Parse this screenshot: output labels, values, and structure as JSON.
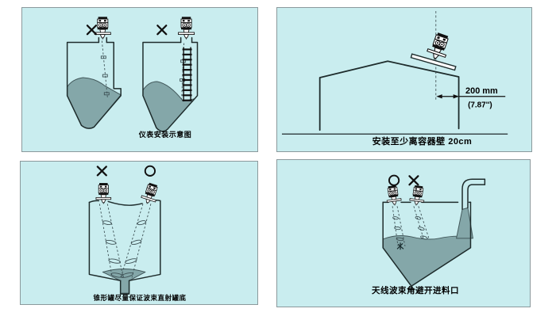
{
  "page": {
    "background": "#ffffff"
  },
  "theme": {
    "panel_background": "#c9edef",
    "panel_border": "#8b999c",
    "outline_color": "#1e2c2c",
    "material_color": "#84a7a9",
    "sensor_dark": "#111111",
    "beam_color": "#3d5054",
    "text_color": "#000000"
  },
  "symbols": {
    "wrong_mark_icon": "cross",
    "correct_mark_icon": "circle"
  },
  "panels": {
    "top_left": {
      "caption": "仪表安装示意图",
      "tank_left_mark": "cross",
      "tank_right_mark": "cross"
    },
    "top_right": {
      "caption": "安装至少离容器壁 20cm",
      "dimension_value": "200 mm",
      "dimension_inches": "(7.87'')"
    },
    "bottom_left": {
      "caption": "锥形罐尽量保证波束直射罐底",
      "left_mark": "cross",
      "right_mark": "circle"
    },
    "bottom_right": {
      "caption": "天线波束角避开进料口",
      "left_mark": "circle",
      "right_mark": "cross"
    }
  }
}
